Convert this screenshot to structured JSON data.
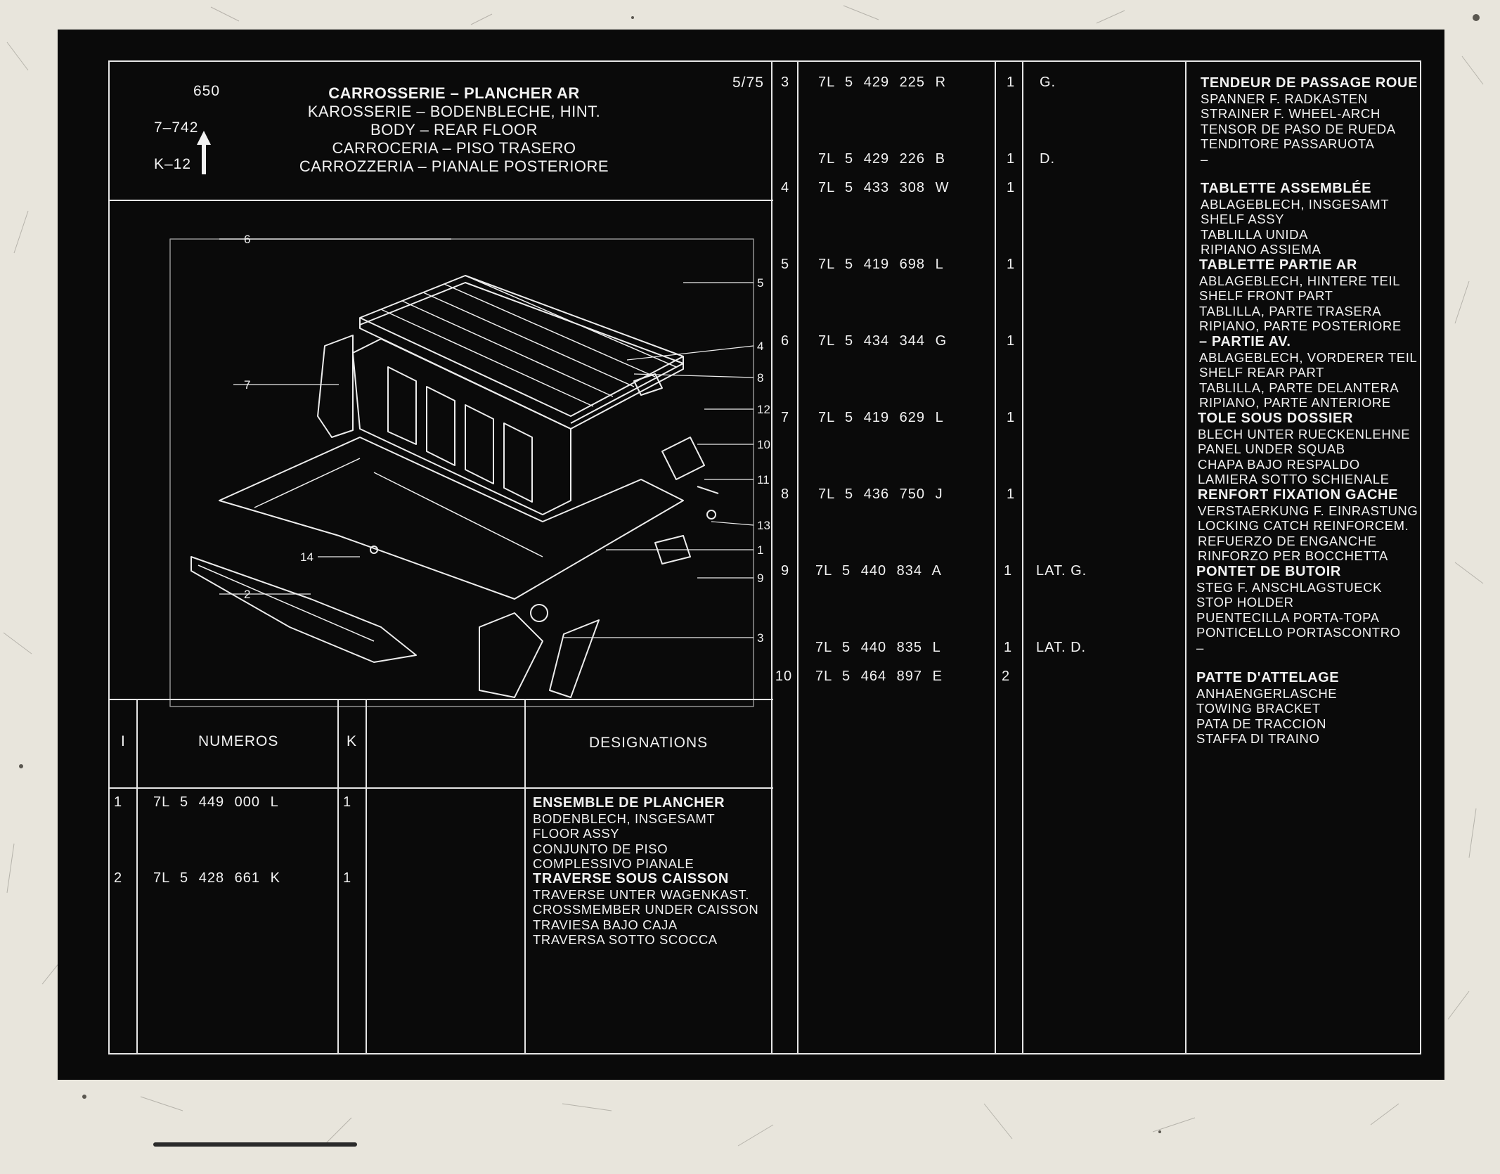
{
  "header": {
    "page_number": "650",
    "ref_top": "7–742",
    "ref_bottom": "K–12",
    "date_code": "5/75",
    "titles": [
      "CARROSSERIE – PLANCHER AR",
      "KAROSSERIE – BODENBLECHE, HINT.",
      "BODY – REAR FLOOR",
      "CARROCERIA – PISO TRASERO",
      "CARROZZERIA – PIANALE POSTERIORE"
    ]
  },
  "table_header": {
    "index": "I",
    "numeros": "NUMEROS",
    "k": "K",
    "designations": "DESIGNATIONS"
  },
  "diagram": {
    "callouts": [
      "6",
      "5",
      "4",
      "8",
      "7",
      "12",
      "10",
      "11",
      "13",
      "1",
      "14",
      "9",
      "2",
      "3"
    ]
  },
  "left_rows": [
    {
      "idx": "1",
      "number": "7L 5 449 000 L",
      "qty": "1",
      "side": "",
      "lines": [
        "ENSEMBLE DE PLANCHER",
        "BODENBLECH, INSGESAMT",
        "FLOOR ASSY",
        "CONJUNTO DE PISO",
        "COMPLESSIVO PIANALE"
      ]
    },
    {
      "idx": "2",
      "number": "7L 5 428 661 K",
      "qty": "1",
      "side": "",
      "lines": [
        "TRAVERSE SOUS CAISSON",
        "TRAVERSE UNTER WAGENKAST.",
        "CROSSMEMBER UNDER CAISSON",
        "TRAVIESA BAJO CAJA",
        "TRAVERSA SOTTO SCOCCA"
      ]
    }
  ],
  "right_rows": [
    {
      "idx": "3",
      "number": "7L 5 429 225 R",
      "qty": "1",
      "side": "G."
    },
    {
      "idx": "",
      "number": "7L 5 429 226 B",
      "qty": "1",
      "side": "D."
    },
    {
      "idx": "4",
      "number": "7L 5 433 308 W",
      "qty": "1",
      "side": ""
    },
    {
      "idx": "5",
      "number": "7L 5 419 698 L",
      "qty": "1",
      "side": ""
    },
    {
      "idx": "6",
      "number": "7L 5 434 344 G",
      "qty": "1",
      "side": ""
    },
    {
      "idx": "7",
      "number": "7L 5 419 629 L",
      "qty": "1",
      "side": ""
    },
    {
      "idx": "8",
      "number": "7L 5 436 750 J",
      "qty": "1",
      "side": ""
    },
    {
      "idx": "9",
      "number": "7L 5 440 834 A",
      "qty": "1",
      "side": "LAT. G."
    },
    {
      "idx": "",
      "number": "7L 5 440 835 L",
      "qty": "1",
      "side": "LAT. D."
    },
    {
      "idx": "10",
      "number": "7L 5 464 897 E",
      "qty": "2",
      "side": ""
    }
  ],
  "right_designations": [
    {
      "bold": "TENDEUR DE PASSAGE ROUE",
      "lines": [
        "SPANNER F. RADKASTEN",
        "STRAINER F. WHEEL-ARCH",
        "TENSOR DE PASO DE RUEDA",
        "TENDITORE PASSARUOTA",
        "–"
      ]
    },
    {
      "bold": "TABLETTE ASSEMBLÉE",
      "lines": [
        "ABLAGEBLECH, INSGESAMT",
        "SHELF ASSY",
        "TABLILLA UNIDA",
        "RIPIANO ASSIEMA"
      ]
    },
    {
      "bold": "TABLETTE PARTIE AR",
      "lines": [
        "ABLAGEBLECH, HINTERE TEIL",
        "SHELF FRONT PART",
        "TABLILLA, PARTE TRASERA",
        "RIPIANO, PARTE POSTERIORE"
      ]
    },
    {
      "bold": "– PARTIE AV.",
      "lines": [
        "ABLAGEBLECH, VORDERER TEIL",
        "SHELF REAR PART",
        "TABLILLA, PARTE DELANTERA",
        "RIPIANO, PARTE ANTERIORE"
      ]
    },
    {
      "bold": "TOLE SOUS DOSSIER",
      "lines": [
        "BLECH UNTER RUECKENLEHNE",
        "PANEL UNDER SQUAB",
        "CHAPA BAJO RESPALDO",
        "LAMIERA SOTTO SCHIENALE"
      ]
    },
    {
      "bold": "RENFORT FIXATION GACHE",
      "lines": [
        "VERSTAERKUNG F. EINRASTUNG",
        "LOCKING CATCH REINFORCEM.",
        "REFUERZO DE ENGANCHE",
        "RINFORZO PER BOCCHETTA"
      ]
    },
    {
      "bold": "PONTET DE BUTOIR",
      "lines": [
        "STEG F. ANSCHLAGSTUECK",
        "STOP HOLDER",
        "PUENTECILLA PORTA-TOPA",
        "PONTICELLO PORTASCONTRO",
        "–"
      ]
    },
    {
      "bold": "PATTE D'ATTELAGE",
      "lines": [
        "ANHAENGERLASCHE",
        "TOWING BRACKET",
        "PATA DE TRACCION",
        "STAFFA DI TRAINO"
      ]
    }
  ]
}
